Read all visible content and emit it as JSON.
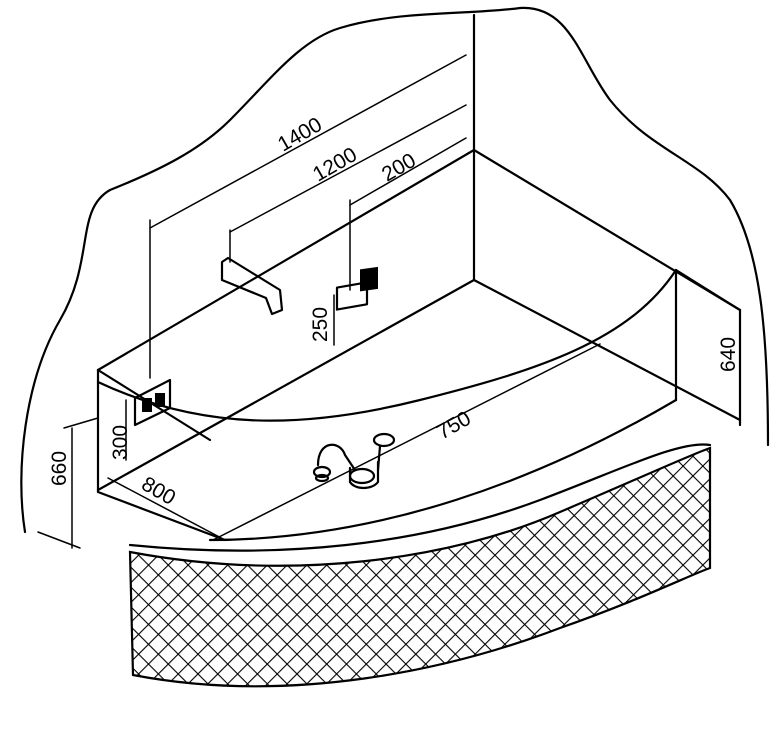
{
  "dimensions": {
    "d1400": "1400",
    "d1200": "1200",
    "d200": "200",
    "d250": "250",
    "d640": "640",
    "d300": "300",
    "d660": "660",
    "d800": "800",
    "d750": "750"
  },
  "colors": {
    "line": "#000000",
    "background": "#ffffff"
  }
}
